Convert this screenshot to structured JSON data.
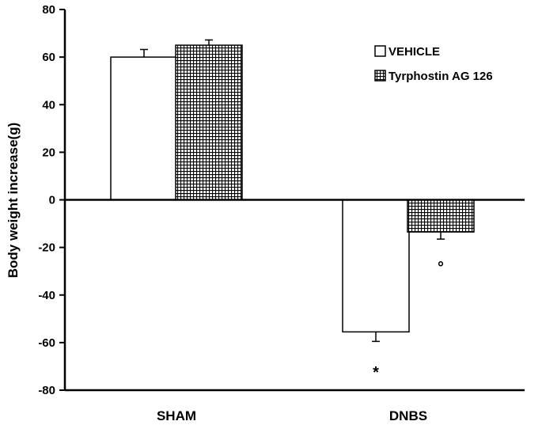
{
  "chart_data": {
    "type": "bar",
    "title": "",
    "xlabel": "",
    "ylabel": "Body weight increase(g)",
    "ylim": [
      -80,
      80
    ],
    "yticks": [
      -80,
      -60,
      -40,
      -20,
      0,
      20,
      40,
      60,
      80
    ],
    "ytick_labels": [
      "-80",
      "-60",
      "-40",
      "-20",
      "0",
      "20",
      "40",
      "60",
      "80"
    ],
    "categories": [
      "SHAM",
      "DNBS"
    ],
    "series": [
      {
        "name": "VEHICLE",
        "pattern": "open",
        "values": [
          60,
          -55.5
        ],
        "errors": [
          3.2,
          4
        ]
      },
      {
        "name": "Tyrphostin AG 126",
        "pattern": "crosshatch",
        "values": [
          65,
          -13.5
        ],
        "errors": [
          2.2,
          3
        ]
      }
    ],
    "annotations": [
      {
        "text": "*",
        "category": "DNBS",
        "series": "VEHICLE",
        "y": -72
      },
      {
        "text": "°",
        "category": "DNBS",
        "series": "Tyrphostin AG 126",
        "y": -28
      }
    ],
    "legend_position": "top-right",
    "grid": false,
    "colors": {
      "bar_fill": "#ffffff",
      "stroke": "#000000",
      "hatch": "#000000"
    }
  }
}
